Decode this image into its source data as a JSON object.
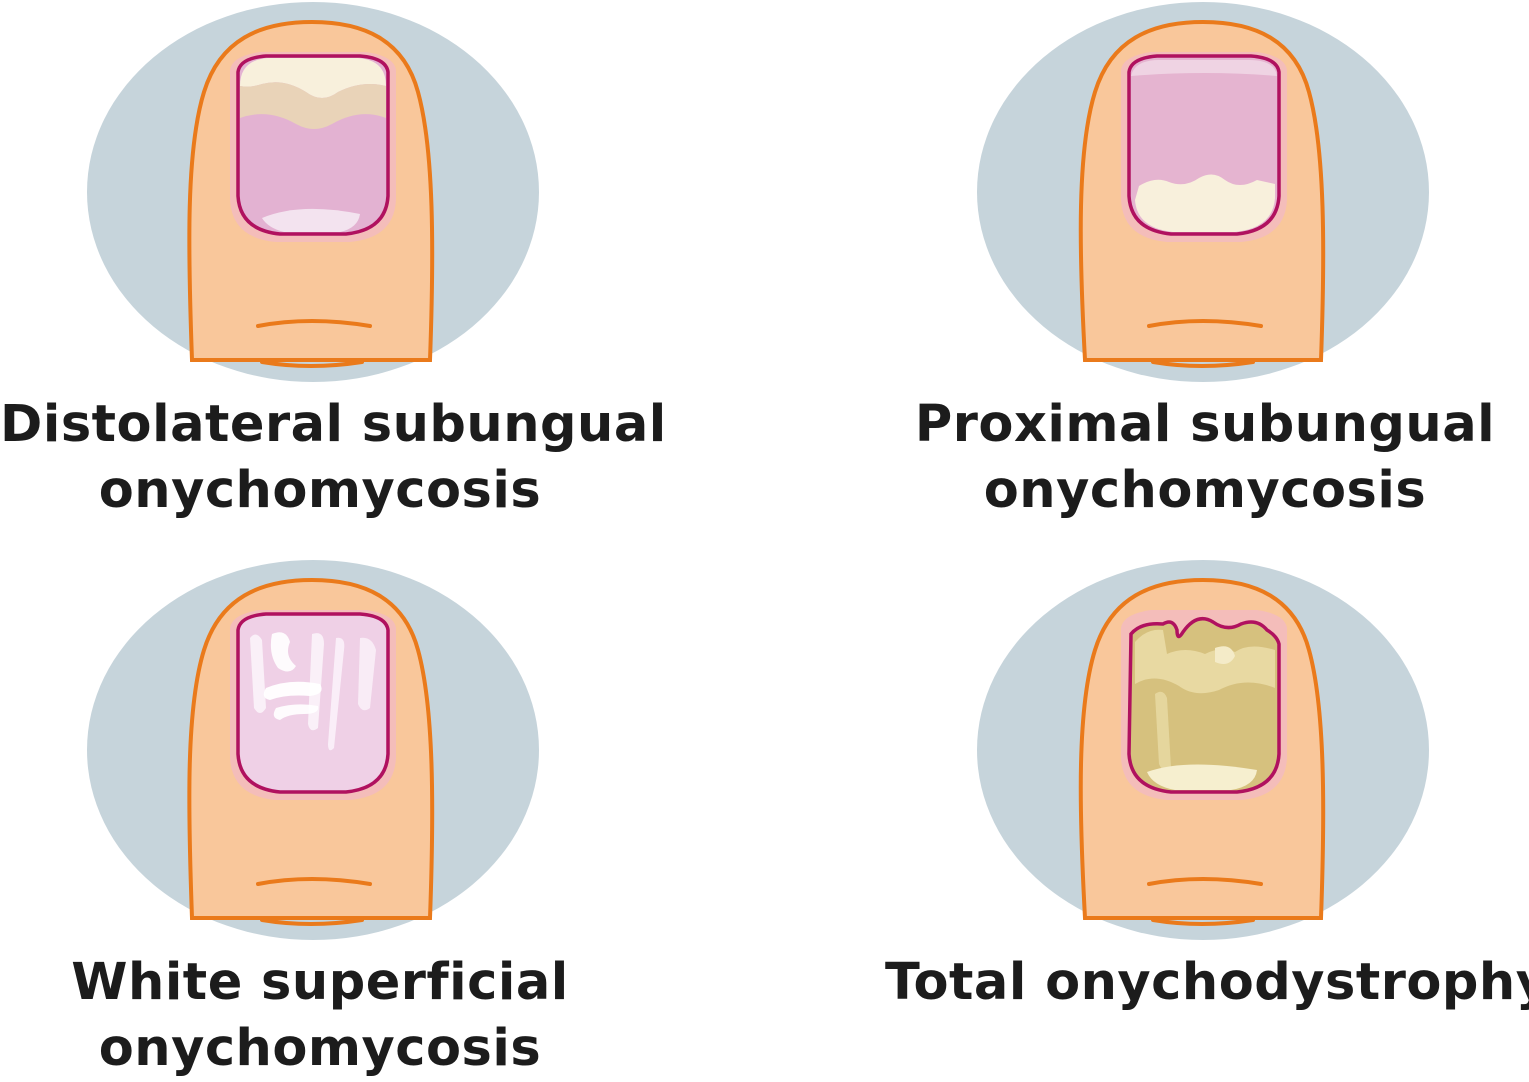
{
  "panels": [
    {
      "id": "distolateral",
      "line1": "Distolateral subungual",
      "line2": "onychomycosis"
    },
    {
      "id": "proximal",
      "line1": "Proximal subungual",
      "line2": "onychomycosis"
    },
    {
      "id": "white-superficial",
      "line1": "White superficial",
      "line2": "onychomycosis"
    },
    {
      "id": "total",
      "line1": "Total onychodystrophy",
      "line2": ""
    }
  ],
  "colors": {
    "background_circle": "#c6d4db",
    "finger_skin": "#f9c79b",
    "finger_outline": "#ea7a1b",
    "nail_pink": "#e5b4d0",
    "nail_outline": "#b0115f",
    "infection_white": "#f8f0dc",
    "infection_yellow": "#d6c17e"
  }
}
